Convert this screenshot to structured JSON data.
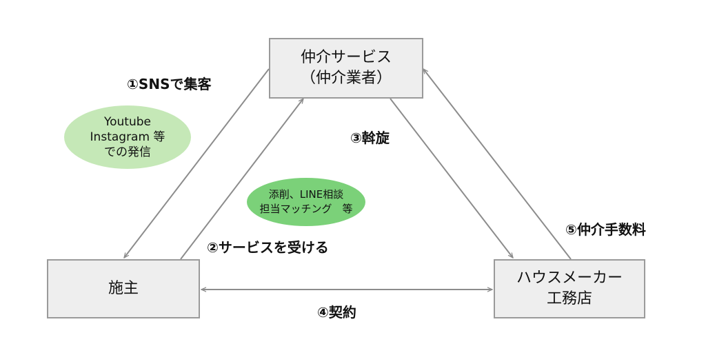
{
  "colors": {
    "box_fill": "#eeeeee",
    "box_border": "#9a9a9a",
    "arrow": "#8c8c8c",
    "bubble_light_green": "#c5e8b7",
    "bubble_green": "#7bd179"
  },
  "nodes": {
    "broker": {
      "line1": "仲介サービス",
      "line2": "（仲介業者）"
    },
    "client": {
      "label": "施主"
    },
    "maker": {
      "line1": "ハウスメーカー",
      "line2": "工務店"
    }
  },
  "bubbles": {
    "sns": {
      "line1": "Youtube",
      "line2": "Instagram 等",
      "line3": "での発信"
    },
    "support": {
      "line1": "添削、LINE相談",
      "line2": "担当マッチング　等"
    }
  },
  "steps": {
    "step1": "①SNSで集客",
    "step2": "②サービスを受ける",
    "step3": "③斡旋",
    "step4": "④契約",
    "step5": "⑤仲介手数料"
  },
  "arrows": [
    {
      "name": "arrow-broker-to-client",
      "from": "broker",
      "to": "client",
      "label": "step1"
    },
    {
      "name": "arrow-client-to-broker",
      "from": "client",
      "to": "broker",
      "label": "step2"
    },
    {
      "name": "arrow-broker-to-maker",
      "from": "broker",
      "to": "maker",
      "label": "step3"
    },
    {
      "name": "arrow-client-maker",
      "from": "client",
      "to": "maker",
      "bidirectional": true,
      "label": "step4"
    },
    {
      "name": "arrow-maker-to-broker",
      "from": "maker",
      "to": "broker",
      "label": "step5"
    }
  ]
}
